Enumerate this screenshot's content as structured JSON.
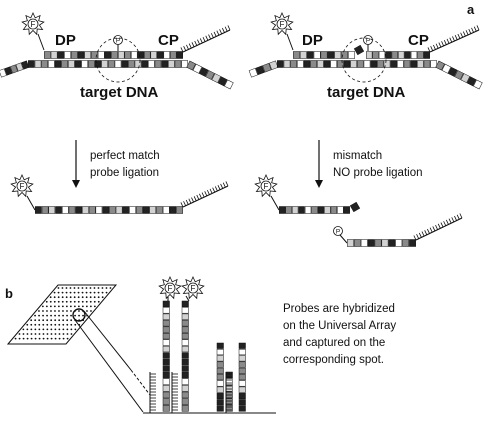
{
  "panel_a": {
    "label": "a",
    "left": {
      "dp": "DP",
      "cp": "CP",
      "target": "target DNA",
      "caption": [
        "perfect match",
        "probe ligation"
      ]
    },
    "right": {
      "dp": "DP",
      "cp": "CP",
      "target": "target DNA",
      "caption": [
        "mismatch",
        "NO probe ligation"
      ]
    },
    "fluor_glyph": "F",
    "phosphate_glyph": "P"
  },
  "panel_b": {
    "label": "b",
    "text": [
      "Probes are hybridized",
      "on the Universal Array",
      "and captured on the",
      "corresponding spot."
    ]
  },
  "colors": {
    "ink": "#111111",
    "bead_dark": "#222222",
    "bead_mid": "#8a8a8a",
    "bead_light": "#d2d2d2",
    "bead_white": "#ffffff"
  }
}
